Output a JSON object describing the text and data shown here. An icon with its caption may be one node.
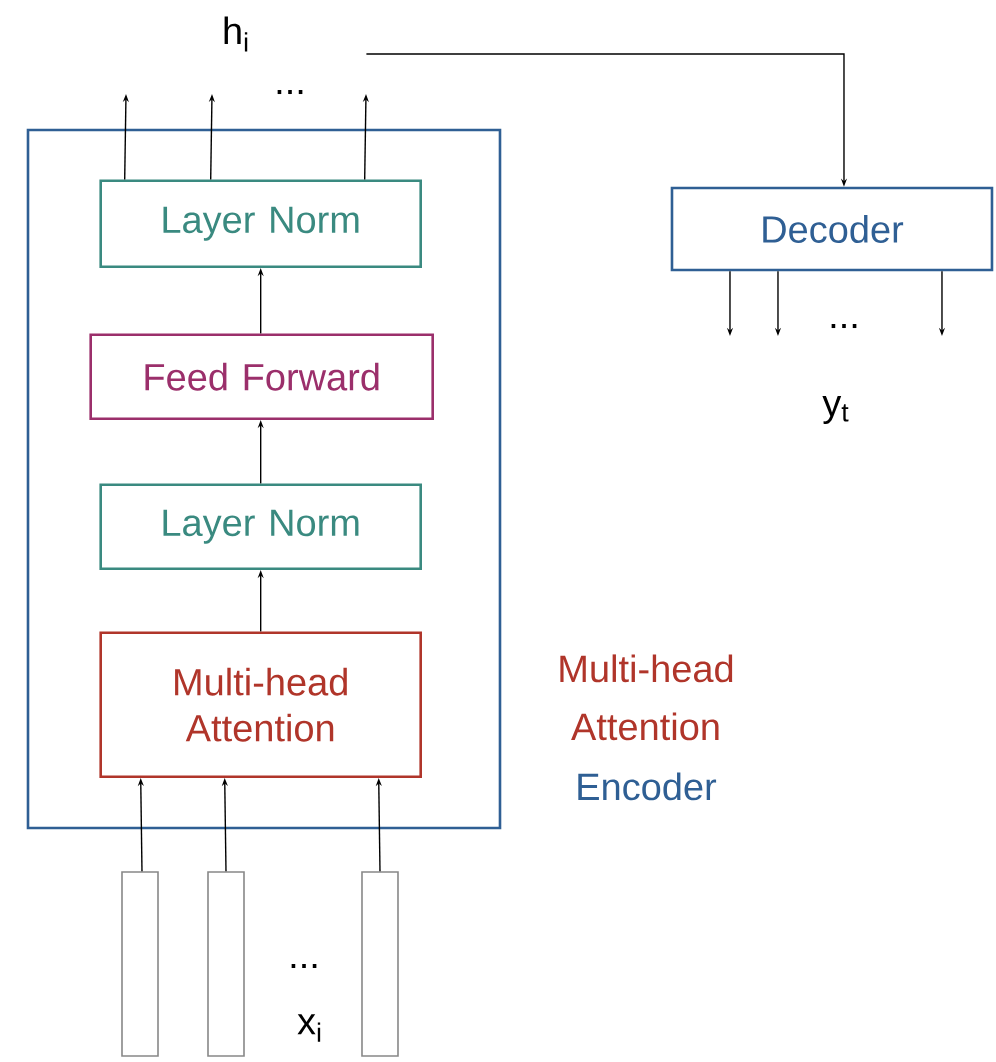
{
  "diagram": {
    "nodes": [
      {
        "text": [],
        "shape": "box",
        "beside": [
          "Multi-head Attention",
          "Encoder"
        ]
      },
      {
        "text": [
          "Layer Norm"
        ],
        "in": 0
      },
      {
        "text": [
          "Feed Forward"
        ],
        "in": 0
      },
      {
        "text": [
          "Layer Norm"
        ],
        "in": 0
      },
      {
        "text": [
          "Multi-head Attention"
        ],
        "in": 0
      },
      {
        "text": [
          "Decoder"
        ]
      },
      {
        "text": [],
        "shape": "bar"
      },
      {
        "text": [],
        "shape": "bar"
      },
      {
        "text": [],
        "shape": "bar"
      },
      {
        "text": [
          "h$_{i}$"
        ]
      }
    ],
    "edges": [
      {
        "from": 4,
        "to": 3,
        "arrow": "to"
      },
      {
        "from": 3,
        "to": 2,
        "arrow": "to"
      },
      {
        "from": 2,
        "to": 1,
        "arrow": "to"
      },
      {
        "from": 6,
        "to": 4,
        "arrow": "to"
      },
      {
        "from": 7,
        "to": 4,
        "arrow": "to"
      },
      {
        "from": 8,
        "to": 4,
        "arrow": "to"
      },
      {
        "from": 1,
        "to": null,
        "arrow": "to"
      },
      {
        "from": 1,
        "to": null,
        "arrow": "to"
      },
      {
        "from": 1,
        "to": null,
        "arrow": "to"
      },
      {
        "from": 9,
        "to": 5,
        "arrow": "to"
      },
      {
        "from": 5,
        "to": null,
        "arrow": "to"
      },
      {
        "from": 5,
        "to": null,
        "arrow": "to"
      },
      {
        "from": 5,
        "to": null,
        "arrow": "to"
      }
    ],
    "labels": [
      "...",
      "...",
      "y$_{t}$",
      "...",
      "x$_{i}$"
    ]
  }
}
